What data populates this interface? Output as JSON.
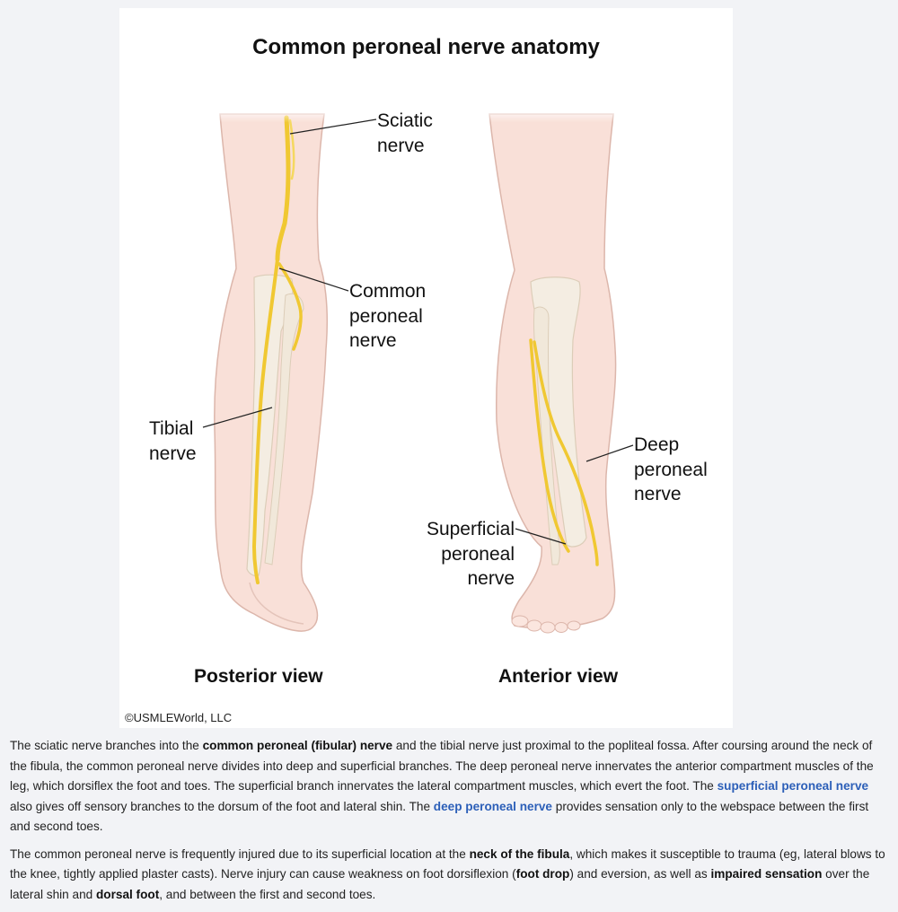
{
  "figure": {
    "title": "Common peroneal nerve anatomy",
    "posterior_label": "Posterior view",
    "anterior_label": "Anterior view",
    "labels": {
      "sciatic": [
        "Sciatic",
        "nerve"
      ],
      "common_peroneal": [
        "Common",
        "peroneal",
        "nerve"
      ],
      "tibial": [
        "Tibial",
        "nerve"
      ],
      "deep_peroneal": [
        "Deep",
        "peroneal",
        "nerve"
      ],
      "superficial_peroneal": [
        "Superficial",
        "peroneal",
        "nerve"
      ]
    },
    "copyright": "©USMLEWorld, LLC",
    "colors": {
      "skin": "#f8dcd4",
      "bone": "#f3ece0",
      "nerve": "#f0c832",
      "outline": "#d9b3a8"
    }
  },
  "explanation": {
    "p1": {
      "t1": "The sciatic nerve branches into the ",
      "b1": "common peroneal (fibular) nerve",
      "t2": " and the tibial nerve just proximal to the popliteal fossa.  After coursing around the neck of the fibula, the common peroneal nerve divides into deep and superficial branches.  The deep peroneal nerve innervates the anterior compartment muscles of the leg, which dorsiflex the foot and toes.  The superficial branch innervates the lateral compartment muscles, which evert the foot.  The ",
      "link1": "superficial peroneal nerve",
      "t3": " also gives off sensory branches to the dorsum of the foot and lateral shin.  The ",
      "link2": "deep peroneal nerve",
      "t4": " provides sensation only to the webspace between the first and second toes."
    },
    "p2": {
      "t1": "The common peroneal nerve is frequently injured due to its superficial location at the ",
      "b1": "neck of the fibula",
      "t2": ", which makes it susceptible to trauma (eg, lateral blows to the knee, tightly applied plaster casts).  Nerve injury can cause weakness on foot dorsiflexion (",
      "b2": "foot drop",
      "t3": ") and eversion, as well as ",
      "b3": "impaired sensation",
      "t4": " over the lateral shin and ",
      "b4": "dorsal foot",
      "t5": ", and between the first and second toes."
    }
  }
}
